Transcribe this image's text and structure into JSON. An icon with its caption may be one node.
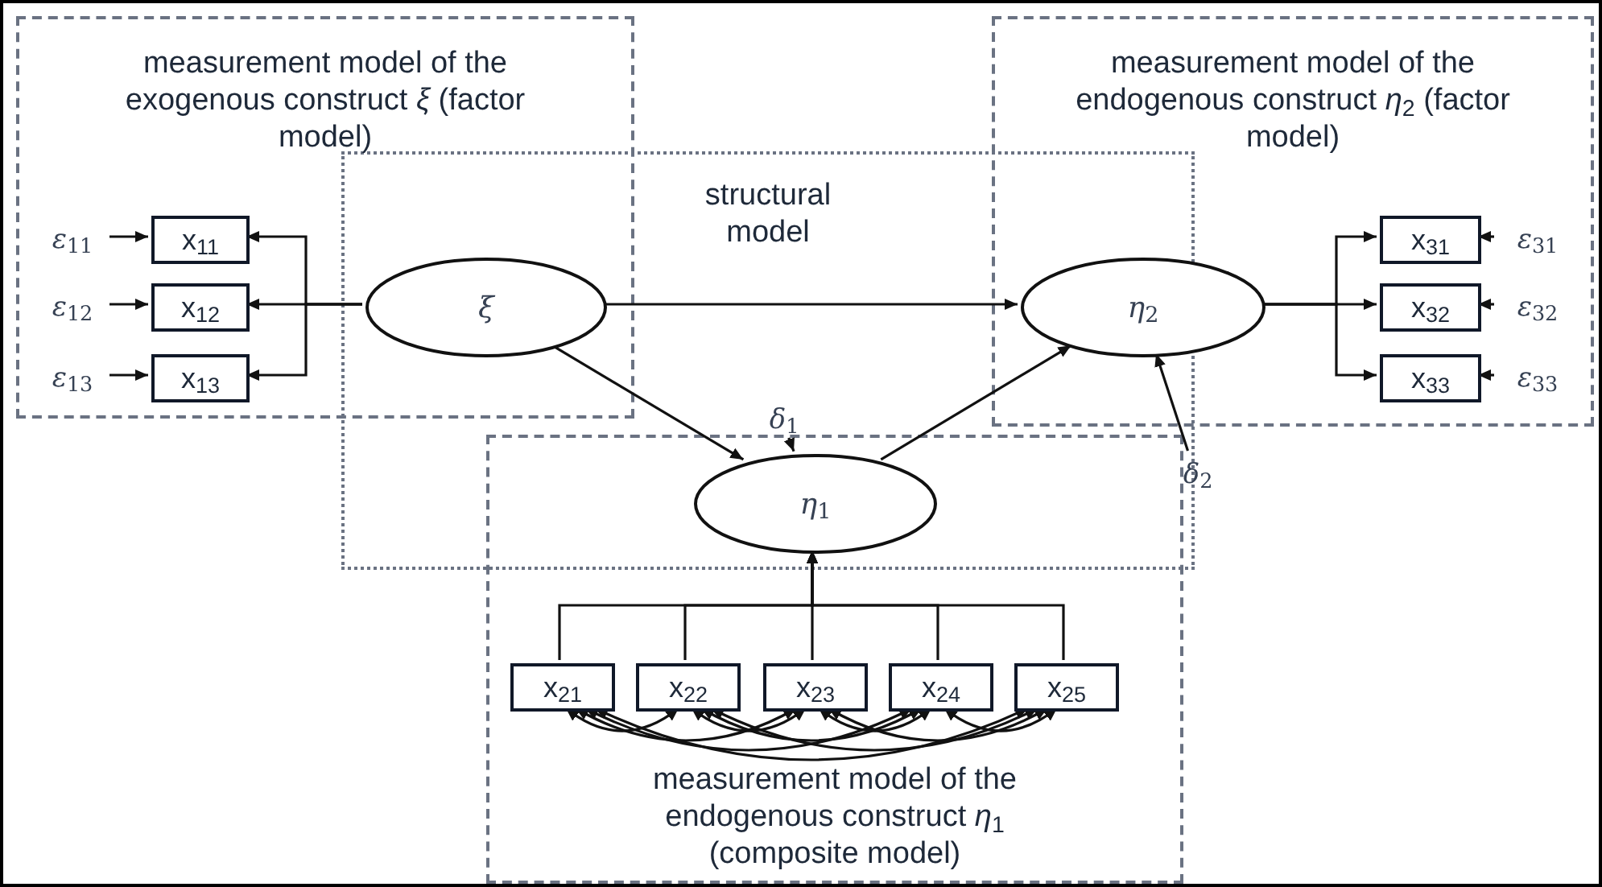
{
  "diagram": {
    "nodes": [
      {
        "text": [
          "*ε*$_{11}$"
        ]
      },
      {
        "text": [
          "x$_{11}$"
        ]
      },
      {
        "text": [
          "*ε*$_{12}$"
        ]
      },
      {
        "text": [
          "x$_{12}$"
        ]
      },
      {
        "text": [
          "*ε*$_{13}$"
        ]
      },
      {
        "text": [
          "x$_{13}$"
        ]
      },
      {
        "text": [
          "*ξ*"
        ]
      },
      {
        "text": [
          "*η*$_{2}$"
        ]
      },
      {
        "text": [
          "*δ*$_{1}$"
        ]
      },
      {
        "text": [
          "*η*$_{1}$"
        ]
      },
      {
        "text": [
          "*δ*$_{2}$"
        ]
      },
      {
        "text": [
          "x$_{31}$"
        ]
      },
      {
        "text": [
          "*ε*$_{31}$"
        ]
      },
      {
        "text": [
          "x$_{32}$"
        ]
      },
      {
        "text": [
          "*ε*$_{32}$"
        ]
      },
      {
        "text": [
          "x$_{33}$"
        ]
      },
      {
        "text": [
          "*ε*$_{33}$"
        ]
      },
      {
        "text": [
          "x$_{21}$"
        ]
      },
      {
        "text": [
          "x$_{22}$"
        ]
      },
      {
        "text": [
          "x$_{23}$"
        ]
      },
      {
        "text": [
          "x$_{24}$"
        ]
      },
      {
        "text": [
          "x$_{25}$"
        ]
      }
    ],
    "edges": [
      {
        "from": 0,
        "to": 1,
        "arrow": "to"
      },
      {
        "from": 2,
        "to": 3,
        "arrow": "to"
      },
      {
        "from": 4,
        "to": 5,
        "arrow": "to"
      },
      {
        "from": 6,
        "to": 1,
        "arrow": "to"
      },
      {
        "from": 6,
        "to": 3,
        "arrow": "to"
      },
      {
        "from": 6,
        "to": 5,
        "arrow": "to"
      },
      {
        "from": 6,
        "to": 7,
        "arrow": "to"
      },
      {
        "from": 6,
        "to": 9,
        "arrow": "to"
      },
      {
        "from": 9,
        "to": 7,
        "arrow": "to"
      },
      {
        "from": 8,
        "to": 9,
        "arrow": "to"
      },
      {
        "from": 10,
        "to": 7,
        "arrow": "to"
      },
      {
        "from": 7,
        "to": 11,
        "arrow": "to"
      },
      {
        "from": 7,
        "to": 13,
        "arrow": "to"
      },
      {
        "from": 7,
        "to": 15,
        "arrow": "to"
      },
      {
        "from": 12,
        "to": 11,
        "arrow": "to"
      },
      {
        "from": 14,
        "to": 13,
        "arrow": "to"
      },
      {
        "from": 16,
        "to": 15,
        "arrow": "to"
      },
      {
        "from": 17,
        "to": 9,
        "arrow": "to"
      },
      {
        "from": 18,
        "to": 9,
        "arrow": "to"
      },
      {
        "from": 19,
        "to": 9,
        "arrow": "to"
      },
      {
        "from": 20,
        "to": 9,
        "arrow": "to"
      },
      {
        "from": 21,
        "to": 9,
        "arrow": "to"
      },
      {
        "from": 17,
        "to": 18,
        "arrow": "both"
      },
      {
        "from": 17,
        "to": 19,
        "arrow": "both"
      },
      {
        "from": 17,
        "to": 20,
        "arrow": "both"
      },
      {
        "from": 17,
        "to": 21,
        "arrow": "both"
      },
      {
        "from": 18,
        "to": 19,
        "arrow": "both"
      },
      {
        "from": 18,
        "to": 20,
        "arrow": "both"
      },
      {
        "from": 18,
        "to": 21,
        "arrow": "both"
      },
      {
        "from": 19,
        "to": 20,
        "arrow": "both"
      },
      {
        "from": 19,
        "to": 21,
        "arrow": "both"
      },
      {
        "from": 20,
        "to": 21,
        "arrow": "both"
      }
    ],
    "labels": [
      "measurement model of the exogenous construct *ξ* (factor model)",
      "measurement model of the endogenous construct *η*$_{2}$ (factor model)",
      "structural model",
      "measurement model of the endogenous construct *η*$_{1}$ (composite model)"
    ]
  }
}
